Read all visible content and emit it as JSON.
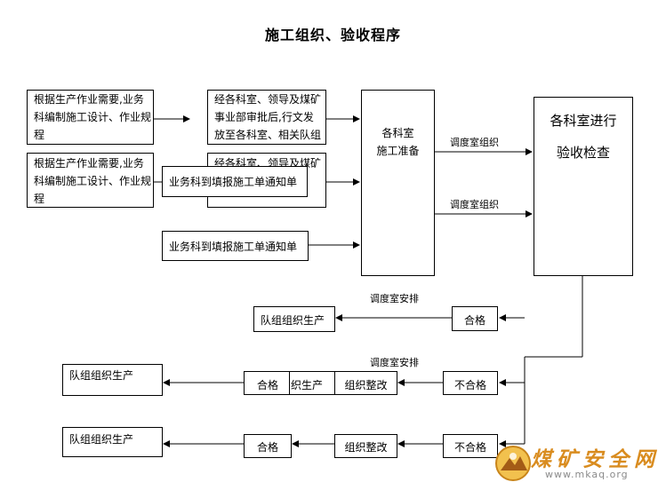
{
  "title": "施工组织、验收程序",
  "boxes": {
    "plan1": "根据生产作业需要,业务\n科编制施工设计、作业规\n程",
    "plan2": "根据生产作业需要,业务\n科编制施工设计、作业规\n程",
    "approve1": "经各科室、领导及煤矿\n事业部审批后,行文发\n放至各科室、相关队组",
    "approve2_fragment": "经各科室、领导及煤矿",
    "notice_overlay": "业务科到填报施工单通知单",
    "notice": "业务科到填报施工单通知单",
    "prep": "各科室\n施工准备",
    "inspect": "各科室进行\n验收检查",
    "team_upper": "队组组织生产",
    "pass1": "合格",
    "pass2": "合格",
    "pass3": "合格",
    "fail1": "不合格",
    "fail2": "不合格",
    "rectify1": "组织整改",
    "rectify2": "组织整改",
    "team_left1": "队组组织生产",
    "team_left2": "队组组织生产",
    "fragment_prod": "织生产"
  },
  "labels": {
    "dispatch_org1": "调度室组织",
    "dispatch_org2": "调度室组织",
    "dispatch_arr1": "调度室安排",
    "dispatch_arr2": "调度室安排"
  },
  "watermark": {
    "text": "煤矿安全网",
    "url": "www.mkaq.org"
  }
}
